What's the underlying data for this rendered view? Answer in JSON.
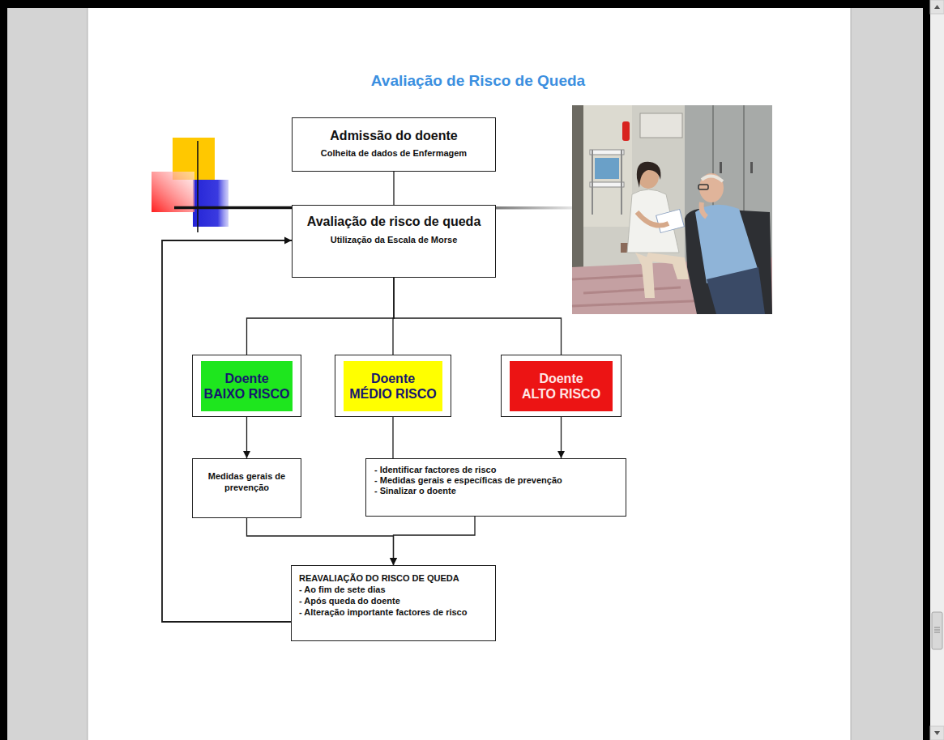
{
  "diagram": {
    "title": "Avaliação de Risco de Queda",
    "nodes": [
      {
        "text": [
          "Admissão do doente",
          "Colheita de dados de Enfermagem"
        ]
      },
      {
        "text": [
          "Avaliação de risco de queda",
          "Utilização da Escala de Morse"
        ]
      },
      {
        "text": [
          "Doente BAIXO RISCO"
        ]
      },
      {
        "text": [
          "Doente MÉDIO RISCO"
        ]
      },
      {
        "text": [
          "Doente ALTO RISCO"
        ]
      },
      {
        "text": [
          "Medidas gerais de prevenção"
        ]
      },
      {
        "text": [
          "- Identificar factores de risco",
          "- Medidas gerais e específicas de prevenção",
          "- Sinalizar o doente"
        ]
      },
      {
        "text": [
          "REAVALIAÇÃO DO RISCO DE QUEDA",
          "- Ao fim de sete dias",
          "- Após queda do doente",
          "- Alteração importante factores de risco"
        ]
      }
    ],
    "edges": [
      {
        "from": 0,
        "to": 1,
        "arrow": "none"
      },
      {
        "from": 1,
        "to": 2,
        "arrow": "none"
      },
      {
        "from": 1,
        "to": 3,
        "arrow": "none"
      },
      {
        "from": 1,
        "to": 4,
        "arrow": "none"
      },
      {
        "from": 2,
        "to": 5,
        "arrow": "to"
      },
      {
        "from": 3,
        "to": 6,
        "arrow": "none"
      },
      {
        "from": 4,
        "to": 6,
        "arrow": "to"
      },
      {
        "from": 5,
        "to": 7,
        "arrow": "to"
      },
      {
        "from": 6,
        "to": 7,
        "arrow": "to"
      },
      {
        "from": 7,
        "to": 1,
        "arrow": "to"
      }
    ]
  }
}
